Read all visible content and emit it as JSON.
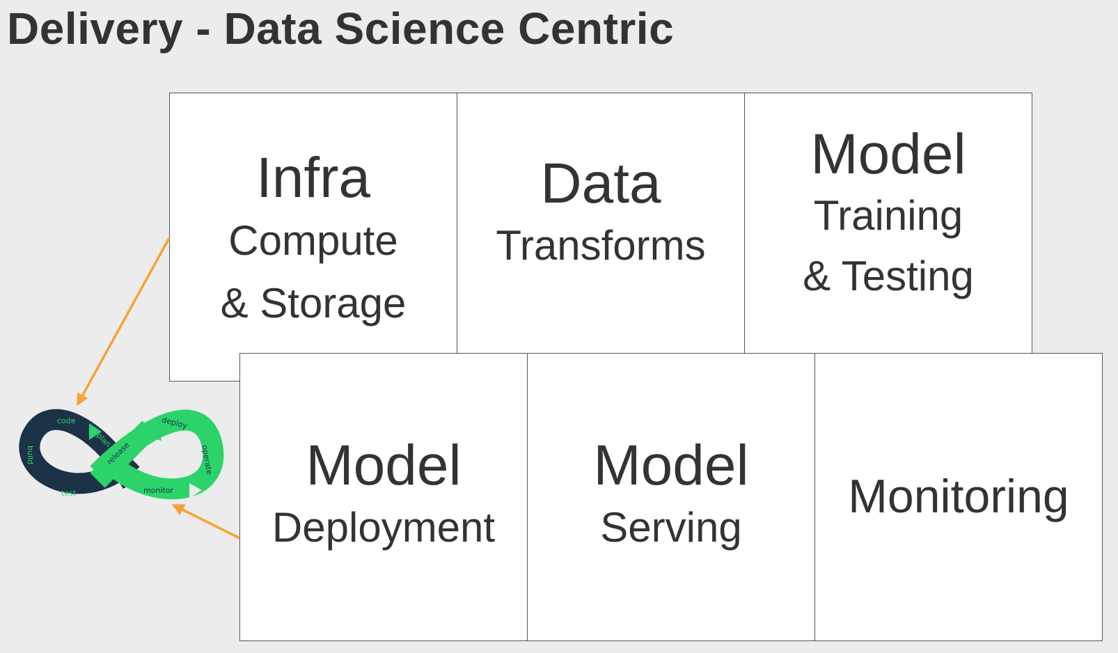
{
  "title": "Delivery - Data Science Centric",
  "boxes": {
    "infra": {
      "main": "Infra",
      "sub1": "Compute",
      "sub2": "& Storage"
    },
    "data": {
      "main": "Data",
      "sub1": "Transforms"
    },
    "training": {
      "main": "Model",
      "sub1": "Training",
      "sub2": "& Testing"
    },
    "deployment": {
      "main": "Model",
      "sub1": "Deployment"
    },
    "serving": {
      "main": "Model",
      "sub1": "Serving"
    },
    "monitoring": {
      "main": "Monitoring"
    }
  },
  "devops_loop": {
    "labels": [
      "code",
      "plan",
      "build",
      "test",
      "release",
      "deploy",
      "operate",
      "monitor"
    ]
  },
  "colors": {
    "arrow": "#f7a234",
    "loop_dark": "#1c3347",
    "loop_green": "#2bd36a"
  }
}
